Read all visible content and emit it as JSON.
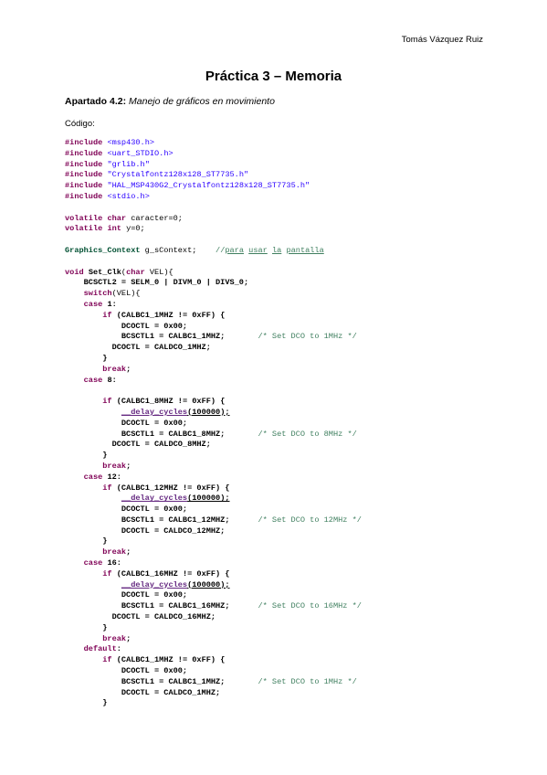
{
  "header": {
    "author": "Tomás Vázquez Ruiz"
  },
  "doc": {
    "title": "Práctica 3 – Memoria",
    "section_label": "Apartado 4.2:",
    "section_text": " Manejo de gráficos en movimiento",
    "code_label": "Código:"
  },
  "code": {
    "lines": [
      [
        {
          "t": "#include",
          "c": "kw"
        },
        {
          "t": " "
        },
        {
          "t": "<msp430.h>",
          "c": "str"
        }
      ],
      [
        {
          "t": "#include",
          "c": "kw"
        },
        {
          "t": " "
        },
        {
          "t": "<uart_STDIO.h>",
          "c": "str"
        }
      ],
      [
        {
          "t": "#include",
          "c": "kw"
        },
        {
          "t": " "
        },
        {
          "t": "\"grlib.h\"",
          "c": "str"
        }
      ],
      [
        {
          "t": "#include",
          "c": "kw"
        },
        {
          "t": " "
        },
        {
          "t": "\"Crystalfontz128x128_ST7735.h\"",
          "c": "str"
        }
      ],
      [
        {
          "t": "#include",
          "c": "kw"
        },
        {
          "t": " "
        },
        {
          "t": "\"HAL_MSP430G2_Crystalfontz128x128_ST7735.h\"",
          "c": "str"
        }
      ],
      [
        {
          "t": "#include",
          "c": "kw"
        },
        {
          "t": " "
        },
        {
          "t": "<stdio.h>",
          "c": "str"
        }
      ],
      [],
      [
        {
          "t": "volatile",
          "c": "kw"
        },
        {
          "t": " "
        },
        {
          "t": "char",
          "c": "kw"
        },
        {
          "t": " caracter=0;"
        }
      ],
      [
        {
          "t": "volatile",
          "c": "kw"
        },
        {
          "t": " "
        },
        {
          "t": "int",
          "c": "kw"
        },
        {
          "t": " y=0;"
        }
      ],
      [],
      [
        {
          "t": "Graphics_Context",
          "c": "typ"
        },
        {
          "t": " g_sContext;    "
        },
        {
          "t": "//",
          "c": "cm"
        },
        {
          "t": "para",
          "c": "cm ul"
        },
        {
          "t": " ",
          "c": "cm"
        },
        {
          "t": "usar",
          "c": "cm ul"
        },
        {
          "t": " ",
          "c": "cm"
        },
        {
          "t": "la",
          "c": "cm ul"
        },
        {
          "t": " ",
          "c": "cm"
        },
        {
          "t": "pantalla",
          "c": "cm ul"
        }
      ],
      [],
      [
        {
          "t": "void",
          "c": "kw"
        },
        {
          "t": " "
        },
        {
          "t": "Set_Clk",
          "c": "bold"
        },
        {
          "t": "("
        },
        {
          "t": "char",
          "c": "kw"
        },
        {
          "t": " VEL){"
        }
      ],
      [
        {
          "t": "    BCSCTL2 = SELM_0 | DIVM_0 | DIVS_0;",
          "c": "bold"
        }
      ],
      [
        {
          "t": "    "
        },
        {
          "t": "switch",
          "c": "kw"
        },
        {
          "t": "(VEL){"
        }
      ],
      [
        {
          "t": "    "
        },
        {
          "t": "case",
          "c": "kw"
        },
        {
          "t": " 1:",
          "c": "bold"
        }
      ],
      [
        {
          "t": "        "
        },
        {
          "t": "if",
          "c": "kw"
        },
        {
          "t": " (CALBC1_1MHZ != 0xFF) {",
          "c": "bold"
        }
      ],
      [
        {
          "t": "            DCOCTL = 0x00;",
          "c": "bold"
        }
      ],
      [
        {
          "t": "            BCSCTL1 = CALBC1_1MHZ;",
          "c": "bold"
        },
        {
          "t": "       "
        },
        {
          "t": "/* Set DCO to 1MHz */",
          "c": "cm"
        }
      ],
      [
        {
          "t": "          DCOCTL = CALDCO_1MHZ;",
          "c": "bold"
        }
      ],
      [
        {
          "t": "        }",
          "c": "bold"
        }
      ],
      [
        {
          "t": "        "
        },
        {
          "t": "break",
          "c": "kw"
        },
        {
          "t": ";",
          "c": "bold"
        }
      ],
      [
        {
          "t": "    "
        },
        {
          "t": "case",
          "c": "kw"
        },
        {
          "t": " 8:",
          "c": "bold"
        }
      ],
      [],
      [
        {
          "t": "        "
        },
        {
          "t": "if",
          "c": "kw"
        },
        {
          "t": " (CALBC1_8MHZ != 0xFF) {",
          "c": "bold"
        }
      ],
      [
        {
          "t": "            "
        },
        {
          "t": "__delay_cycles",
          "c": "fn"
        },
        {
          "t": "(100000);",
          "c": "bold ul"
        }
      ],
      [
        {
          "t": "            DCOCTL = 0x00;",
          "c": "bold"
        }
      ],
      [
        {
          "t": "            BCSCTL1 = CALBC1_8MHZ;",
          "c": "bold"
        },
        {
          "t": "       "
        },
        {
          "t": "/* Set DCO to 8MHz */",
          "c": "cm"
        }
      ],
      [
        {
          "t": "          DCOCTL = CALDCO_8MHZ;",
          "c": "bold"
        }
      ],
      [
        {
          "t": "        }",
          "c": "bold"
        }
      ],
      [
        {
          "t": "        "
        },
        {
          "t": "break",
          "c": "kw"
        },
        {
          "t": ";",
          "c": "bold"
        }
      ],
      [
        {
          "t": "    "
        },
        {
          "t": "case",
          "c": "kw"
        },
        {
          "t": " 12:",
          "c": "bold"
        }
      ],
      [
        {
          "t": "        "
        },
        {
          "t": "if",
          "c": "kw"
        },
        {
          "t": " (CALBC1_12MHZ != 0xFF) {",
          "c": "bold"
        }
      ],
      [
        {
          "t": "            "
        },
        {
          "t": "__delay_cycles",
          "c": "fn"
        },
        {
          "t": "(100000);",
          "c": "bold ul"
        }
      ],
      [
        {
          "t": "            DCOCTL = 0x00;",
          "c": "bold"
        }
      ],
      [
        {
          "t": "            BCSCTL1 = CALBC1_12MHZ;",
          "c": "bold"
        },
        {
          "t": "      "
        },
        {
          "t": "/* Set DCO to 12MHz */",
          "c": "cm"
        }
      ],
      [
        {
          "t": "            DCOCTL = CALDCO_12MHZ;",
          "c": "bold"
        }
      ],
      [
        {
          "t": "        }",
          "c": "bold"
        }
      ],
      [
        {
          "t": "        "
        },
        {
          "t": "break",
          "c": "kw"
        },
        {
          "t": ";",
          "c": "bold"
        }
      ],
      [
        {
          "t": "    "
        },
        {
          "t": "case",
          "c": "kw"
        },
        {
          "t": " 16:",
          "c": "bold"
        }
      ],
      [
        {
          "t": "        "
        },
        {
          "t": "if",
          "c": "kw"
        },
        {
          "t": " (CALBC1_16MHZ != 0xFF) {",
          "c": "bold"
        }
      ],
      [
        {
          "t": "            "
        },
        {
          "t": "__delay_cycles",
          "c": "fn"
        },
        {
          "t": "(100000);",
          "c": "bold ul"
        }
      ],
      [
        {
          "t": "            DCOCTL = 0x00;",
          "c": "bold"
        }
      ],
      [
        {
          "t": "            BCSCTL1 = CALBC1_16MHZ;",
          "c": "bold"
        },
        {
          "t": "      "
        },
        {
          "t": "/* Set DCO to 16MHz */",
          "c": "cm"
        }
      ],
      [
        {
          "t": "          DCOCTL = CALDCO_16MHZ;",
          "c": "bold"
        }
      ],
      [
        {
          "t": "        }",
          "c": "bold"
        }
      ],
      [
        {
          "t": "        "
        },
        {
          "t": "break",
          "c": "kw"
        },
        {
          "t": ";",
          "c": "bold"
        }
      ],
      [
        {
          "t": "    "
        },
        {
          "t": "default",
          "c": "kw"
        },
        {
          "t": ":",
          "c": "bold"
        }
      ],
      [
        {
          "t": "        "
        },
        {
          "t": "if",
          "c": "kw"
        },
        {
          "t": " (CALBC1_1MHZ != 0xFF) {",
          "c": "bold"
        }
      ],
      [
        {
          "t": "            DCOCTL = 0x00;",
          "c": "bold"
        }
      ],
      [
        {
          "t": "            BCSCTL1 = CALBC1_1MHZ;",
          "c": "bold"
        },
        {
          "t": "       "
        },
        {
          "t": "/* Set DCO to 1MHz */",
          "c": "cm"
        }
      ],
      [
        {
          "t": "            DCOCTL = CALDCO_1MHZ;",
          "c": "bold"
        }
      ],
      [
        {
          "t": "        }",
          "c": "bold"
        }
      ]
    ]
  }
}
